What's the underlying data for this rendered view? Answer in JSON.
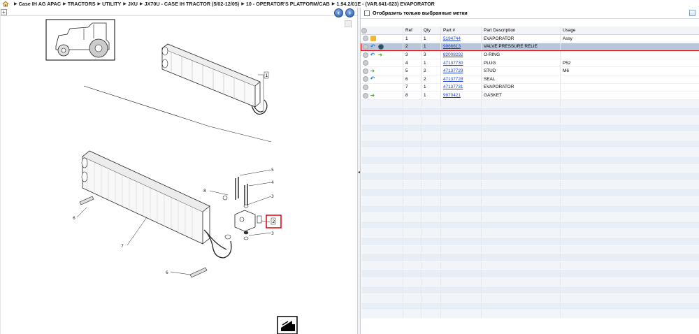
{
  "breadcrumb": [
    "Case IH AG APAC",
    "TRACTORS",
    "UTILITY",
    "JXU",
    "JX70U - CASE IH TRACTOR (5/02-12/05)",
    "10 - OPERATOR'S PLATFORM/CAB",
    "1.94.2/01E - (VAR.641-623) EVAPORATOR"
  ],
  "drawing": {
    "callouts": [
      "1",
      "5",
      "4",
      "3",
      "8",
      "3",
      "2",
      "7",
      "6",
      "6"
    ],
    "highlighted_callout": "2"
  },
  "filter": {
    "label": "Отобразить только выбранные метки"
  },
  "table": {
    "columns": [
      "Ref",
      "Qty",
      "Part #",
      "Part Description",
      "Usage"
    ],
    "rows": [
      {
        "icons": [
          "circle-icon",
          "book-icon"
        ],
        "ref": "1",
        "qty": "1",
        "part": "5194744",
        "desc": "EVAPORATOR",
        "usage": "Assy",
        "selected": false
      },
      {
        "icons": [
          "circle-icon",
          "replaced-by-icon",
          "gear-icon"
        ],
        "ref": "2",
        "qty": "1",
        "part": "9966613",
        "desc": "VALVE PRESSURE RELIE",
        "usage": "",
        "selected": true
      },
      {
        "icons": [
          "circle-icon",
          "replaced-by-icon",
          "replaces-icon"
        ],
        "ref": "3",
        "qty": "3",
        "part": "82008292",
        "desc": "O-RING",
        "usage": "",
        "selected": false
      },
      {
        "icons": [
          "circle-icon"
        ],
        "ref": "4",
        "qty": "1",
        "part": "47137730",
        "desc": "PLUG",
        "usage": "P52",
        "selected": false
      },
      {
        "icons": [
          "circle-icon",
          "replaces-icon"
        ],
        "ref": "5",
        "qty": "2",
        "part": "47137729",
        "desc": "STUD",
        "usage": "M6",
        "selected": false
      },
      {
        "icons": [
          "circle-icon",
          "replaced-by-icon"
        ],
        "ref": "6",
        "qty": "2",
        "part": "47137728",
        "desc": "SEAL",
        "usage": "",
        "selected": false
      },
      {
        "icons": [
          "circle-icon"
        ],
        "ref": "7",
        "qty": "1",
        "part": "47137731",
        "desc": "EVAPORATOR",
        "usage": "",
        "selected": false
      },
      {
        "icons": [
          "circle-icon",
          "replaces-icon"
        ],
        "ref": "8",
        "qty": "1",
        "part": "9970421",
        "desc": "GASKET",
        "usage": "",
        "selected": false
      }
    ]
  },
  "colors": {
    "selection_border": "#e0000a",
    "selection_fill": "#b7c7d9",
    "link": "#1a3fcf",
    "stripe": "#e8eef5"
  }
}
